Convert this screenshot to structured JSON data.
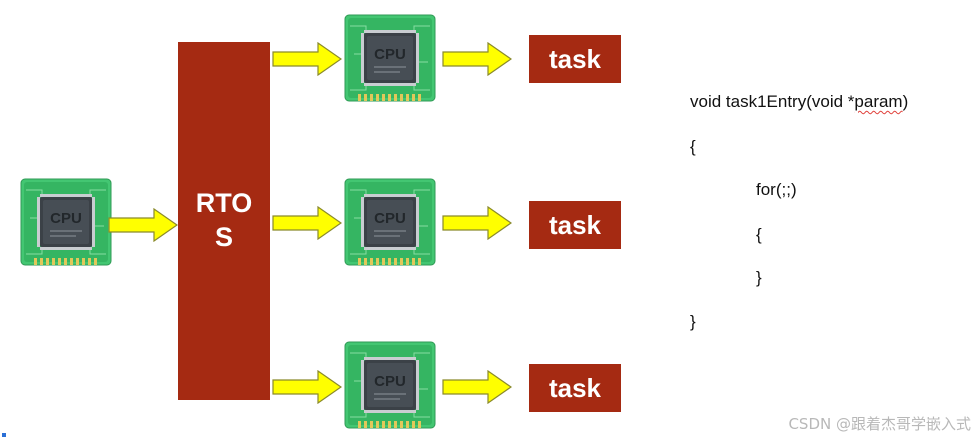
{
  "rtos": {
    "label": "RTO\nS"
  },
  "tasks": [
    {
      "label": "task"
    },
    {
      "label": "task"
    },
    {
      "label": "task"
    }
  ],
  "cpu": {
    "label": "CPU"
  },
  "code": {
    "line1_prefix": "void task1Entry(void *",
    "line1_param": "param",
    "line1_suffix": ")",
    "line2": "{",
    "line3": "for(;;)",
    "line4": "{",
    "line5": "}",
    "line6": "}"
  },
  "watermark": "CSDN @跟着杰哥学嵌入式",
  "colors": {
    "block": "#a52a12",
    "arrow_fill": "#ffff00",
    "arrow_stroke": "#8a8a2a",
    "board": "#3cc46a",
    "chip": "#3b4147"
  }
}
